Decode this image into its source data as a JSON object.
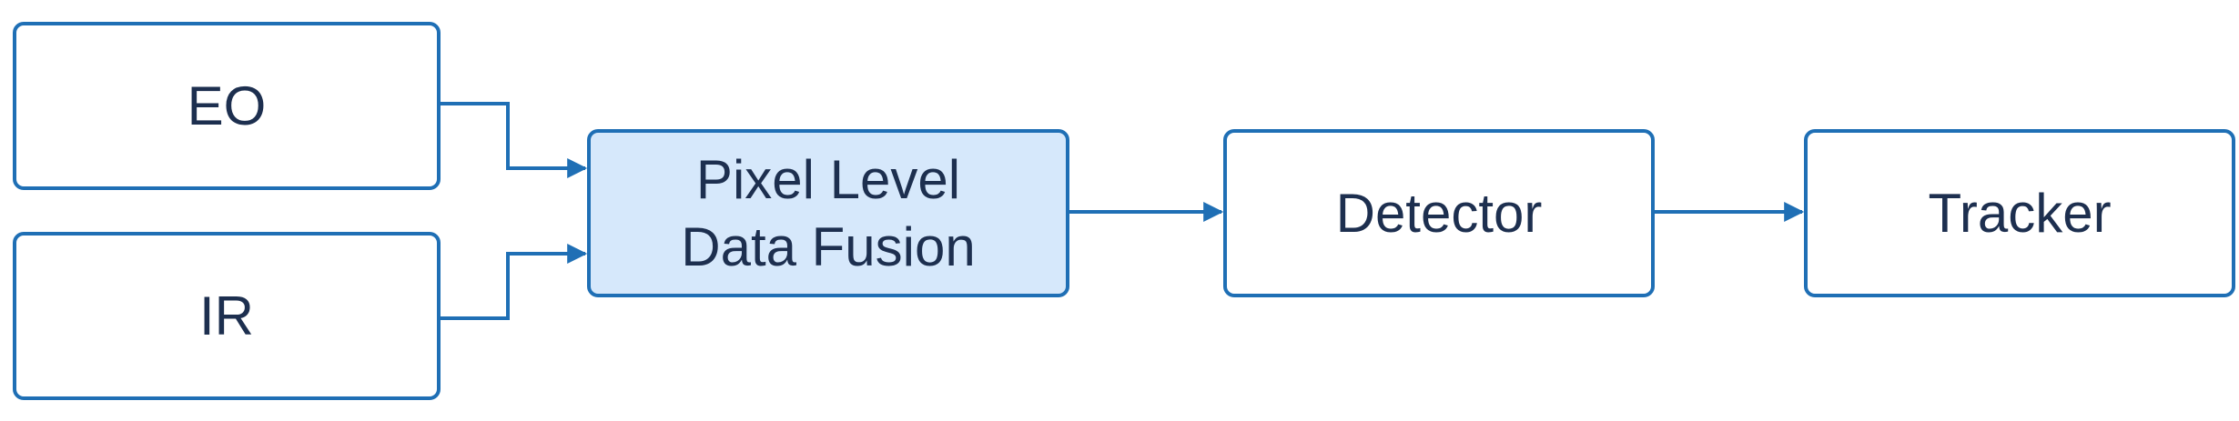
{
  "diagram": {
    "nodes": [
      {
        "id": "eo",
        "label": "EO"
      },
      {
        "id": "ir",
        "label": "IR"
      },
      {
        "id": "fusion",
        "label": "Pixel Level\nData Fusion"
      },
      {
        "id": "detector",
        "label": "Detector"
      },
      {
        "id": "tracker",
        "label": "Tracker"
      }
    ],
    "edges": [
      {
        "from": "eo",
        "to": "fusion"
      },
      {
        "from": "ir",
        "to": "fusion"
      },
      {
        "from": "fusion",
        "to": "detector"
      },
      {
        "from": "detector",
        "to": "tracker"
      }
    ],
    "colors": {
      "border": "#1f6fb5",
      "arrow": "#1f6fb5",
      "text": "#1d2f4f",
      "fusion_fill": "#d6e8fb",
      "box_fill": "#ffffff"
    }
  }
}
